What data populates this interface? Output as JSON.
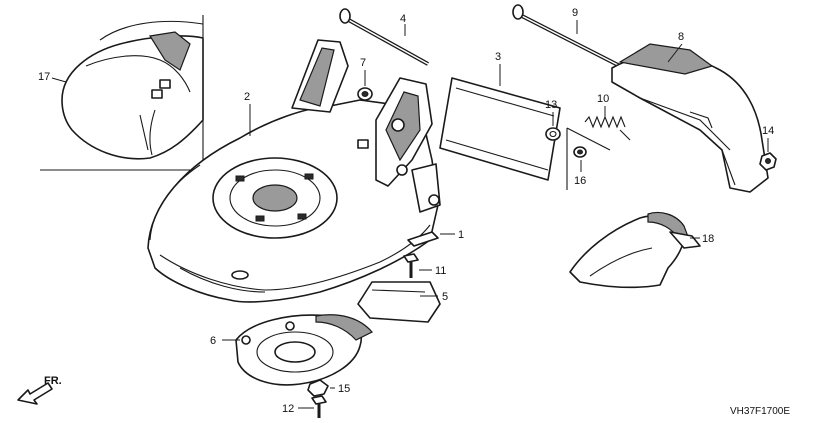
{
  "diagram": {
    "callouts": [
      {
        "id": "1",
        "text": "1"
      },
      {
        "id": "2",
        "text": "2"
      },
      {
        "id": "3",
        "text": "3"
      },
      {
        "id": "4",
        "text": "4"
      },
      {
        "id": "5",
        "text": "5"
      },
      {
        "id": "6",
        "text": "6"
      },
      {
        "id": "7",
        "text": "7"
      },
      {
        "id": "8",
        "text": "8"
      },
      {
        "id": "9",
        "text": "9"
      },
      {
        "id": "10",
        "text": "10"
      },
      {
        "id": "11",
        "text": "11"
      },
      {
        "id": "12",
        "text": "12"
      },
      {
        "id": "13",
        "text": "13"
      },
      {
        "id": "14",
        "text": "14"
      },
      {
        "id": "15",
        "text": "15"
      },
      {
        "id": "16",
        "text": "16"
      },
      {
        "id": "17",
        "text": "17"
      },
      {
        "id": "18",
        "text": "18"
      }
    ],
    "direction_label": "FR.",
    "drawing_code": "VH37F1700E"
  },
  "colors": {
    "line": "#1a1a1a",
    "shade": "#9a9a9a",
    "background": "#ffffff"
  }
}
